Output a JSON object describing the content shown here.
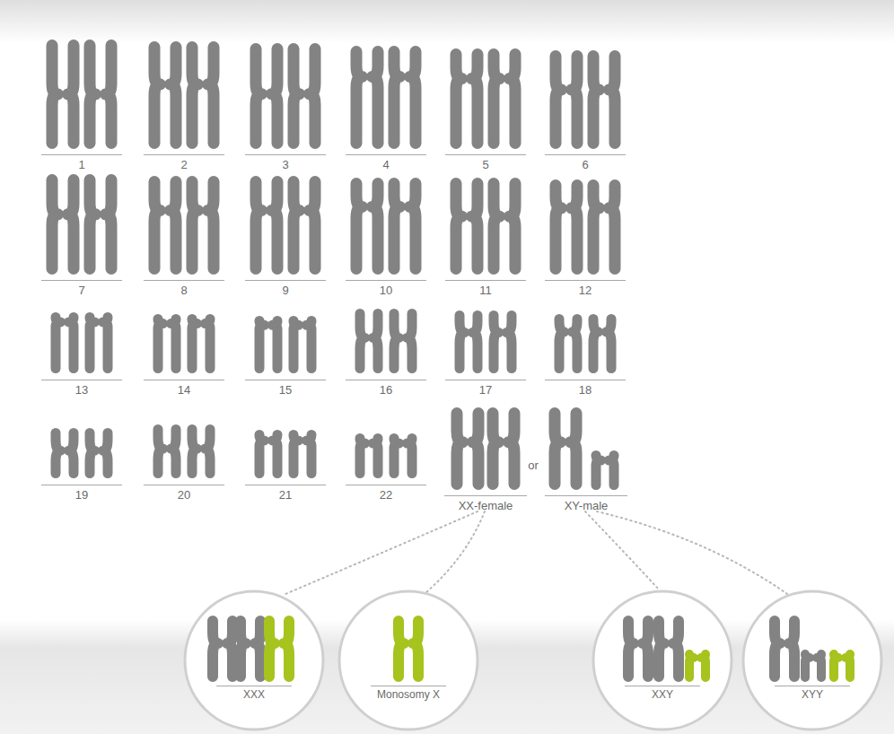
{
  "diagram": {
    "nodes": [
      {
        "text": [
          "XXX"
        ]
      },
      {
        "text": [
          "Monosomy X"
        ]
      },
      {
        "text": [
          "XXY"
        ]
      },
      {
        "text": [
          "XYY"
        ]
      }
    ],
    "labels": [
      "1",
      "2",
      "3",
      "4",
      "5",
      "6",
      "7",
      "8",
      "9",
      "10",
      "11",
      "12",
      "13",
      "14",
      "15",
      "16",
      "17",
      "18",
      "19",
      "20",
      "21",
      "22",
      "XX-female",
      "or",
      "XY-male"
    ]
  }
}
